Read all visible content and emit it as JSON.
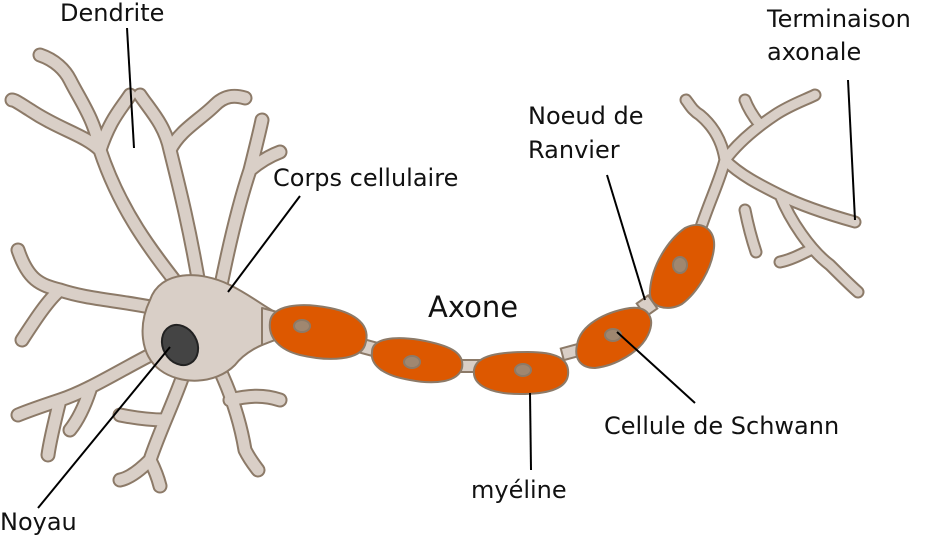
{
  "labels": {
    "dendrite": "Dendrite",
    "terminaison_line1": "Terminaison",
    "terminaison_line2": "axonale",
    "noeud_line1": "Noeud de",
    "noeud_line2": "Ranvier",
    "corps": "Corps cellulaire",
    "axone": "Axone",
    "schwann": "Cellule de Schwann",
    "myeline": "myéline",
    "noyau": "Noyau"
  },
  "colors": {
    "cell": "#d9cfc7",
    "outline": "#8c7a68",
    "myelin": "#dd5800",
    "nucleus": "#444444",
    "small_nucleus": "#a08770",
    "text": "#111111",
    "lines": "#000000",
    "background": "#ffffff"
  }
}
